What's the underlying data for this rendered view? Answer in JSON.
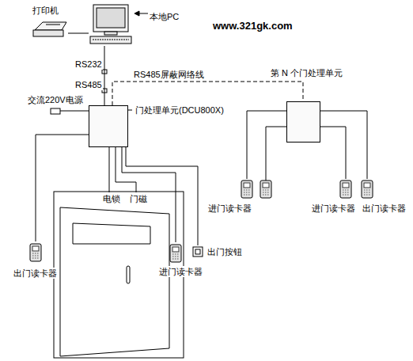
{
  "diagram": {
    "nodes": [
      {
        "text": [
          "本地PC"
        ]
      },
      {
        "text": [
          "打印机"
        ]
      },
      {
        "text": [
          "门处理单元(DCU800X)"
        ]
      },
      {
        "text": [
          "第 N 个门处理单元"
        ]
      },
      {
        "text": [
          "电锁"
        ]
      },
      {
        "text": [
          "门磁"
        ]
      },
      {
        "text": [
          "出门读卡器"
        ]
      },
      {
        "text": [
          "进门读卡器"
        ]
      },
      {
        "text": [
          "出门按钮"
        ]
      },
      {
        "text": [
          "进门读卡器"
        ]
      },
      {
        "text": [
          "进门读卡器"
        ]
      },
      {
        "text": [
          "出门读卡器"
        ]
      }
    ],
    "edges": [
      {
        "from": 0,
        "to": 1,
        "arrow": "none"
      },
      {
        "from": 0,
        "to": 2,
        "arrow": "none"
      },
      {
        "from": 2,
        "to": 3,
        "label": "RS485屏蔽网络线",
        "arrow": "none"
      },
      {
        "from": 2,
        "to": 4,
        "arrow": "none"
      },
      {
        "from": 2,
        "to": 5,
        "arrow": "none"
      },
      {
        "from": 2,
        "to": 6,
        "arrow": "none"
      },
      {
        "from": 2,
        "to": 7,
        "arrow": "none"
      },
      {
        "from": 2,
        "to": 8,
        "arrow": "none"
      },
      {
        "from": 3,
        "to": 9,
        "arrow": "none"
      },
      {
        "from": 3,
        "to": 10,
        "arrow": "none"
      },
      {
        "from": 3,
        "to": 11,
        "arrow": "none"
      }
    ],
    "labels": [
      "www.321gk.com",
      "RS232",
      "RS485",
      "交流220V电源"
    ]
  }
}
